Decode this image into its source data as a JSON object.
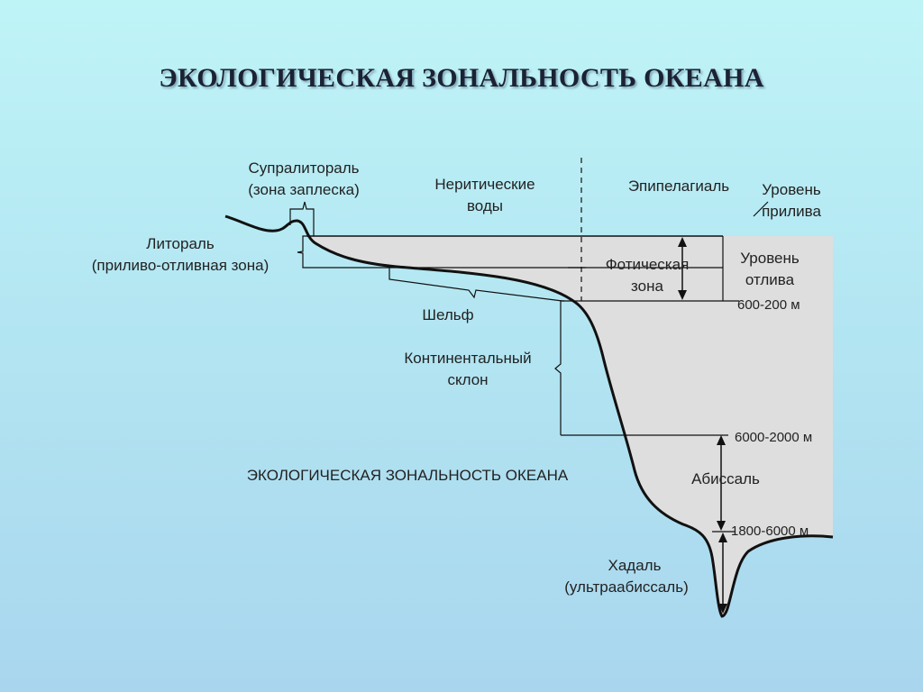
{
  "title": "ЭКОЛОГИЧЕСКАЯ ЗОНАЛЬНОСТЬ ОКЕАНА",
  "diagram": {
    "caption": "ЭКОЛОГИЧЕСКАЯ ЗОНАЛЬНОСТЬ ОКЕАНА",
    "labels": {
      "supralittoral": [
        "Супралитораль",
        "(зона заплеска)"
      ],
      "neritic": [
        "Неритические",
        "воды"
      ],
      "epipelagic": "Эпипелагиаль",
      "high_tide": [
        "Уровень",
        "прилива"
      ],
      "littoral": [
        "Литораль",
        "(приливо-отливная зона)"
      ],
      "photic": [
        "Фотическая",
        "зона"
      ],
      "low_tide": [
        "Уровень",
        "отлива"
      ],
      "shelf": "Шельф",
      "continental_slope": [
        "Континентальный",
        "склон"
      ],
      "abyssal": "Абиссаль",
      "hadal": [
        "Хадаль",
        "(ультраабиссаль)"
      ]
    },
    "depths": {
      "d1": "600-200 м",
      "d2": "6000-2000 м",
      "d3": "1800-6000 м"
    }
  }
}
